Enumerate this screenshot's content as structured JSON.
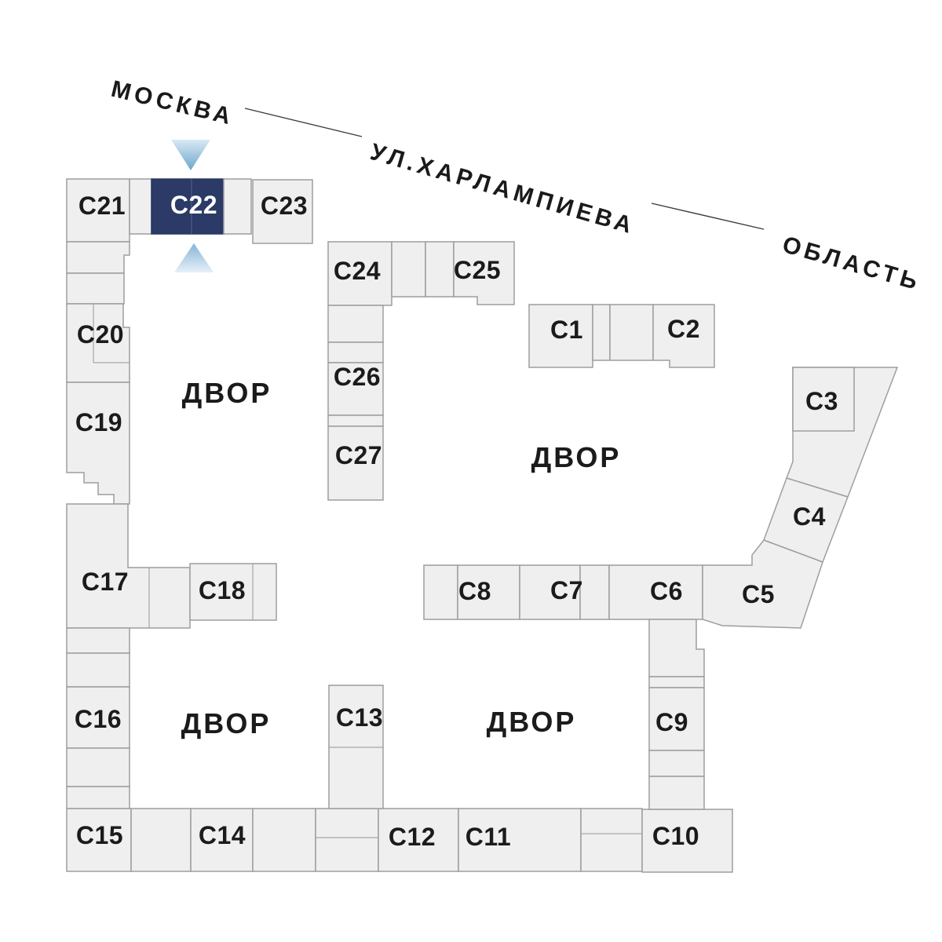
{
  "legend": {
    "direction_city": "МОСКВА",
    "street_name": "УЛ.ХАРЛАМПИЕВА",
    "direction_region": "ОБЛАСТЬ"
  },
  "courtyard_label": "ДВОР",
  "selected_building": "С22",
  "colors": {
    "building_fill": "#efefef",
    "building_stroke": "#9e9e9e",
    "selected_fill": "#2b3a67",
    "selected_text": "#ffffff",
    "label_text": "#1b1b1b",
    "arrow_gradient_light": "#d8e9f4",
    "arrow_gradient_dark": "#6da6cd"
  },
  "buildings": {
    "c1": "С1",
    "c2": "С2",
    "c3": "С3",
    "c4": "С4",
    "c5": "С5",
    "c6": "С6",
    "c7": "С7",
    "c8": "С8",
    "c9": "С9",
    "c10": "С10",
    "c11": "С11",
    "c12": "С12",
    "c13": "С13",
    "c14": "С14",
    "c15": "С15",
    "c16": "С16",
    "c17": "С17",
    "c18": "С18",
    "c19": "С19",
    "c20": "С20",
    "c21": "С21",
    "c22": "С22",
    "c23": "С23",
    "c24": "С24",
    "c25": "С25",
    "c26": "С26",
    "c27": "С27"
  }
}
